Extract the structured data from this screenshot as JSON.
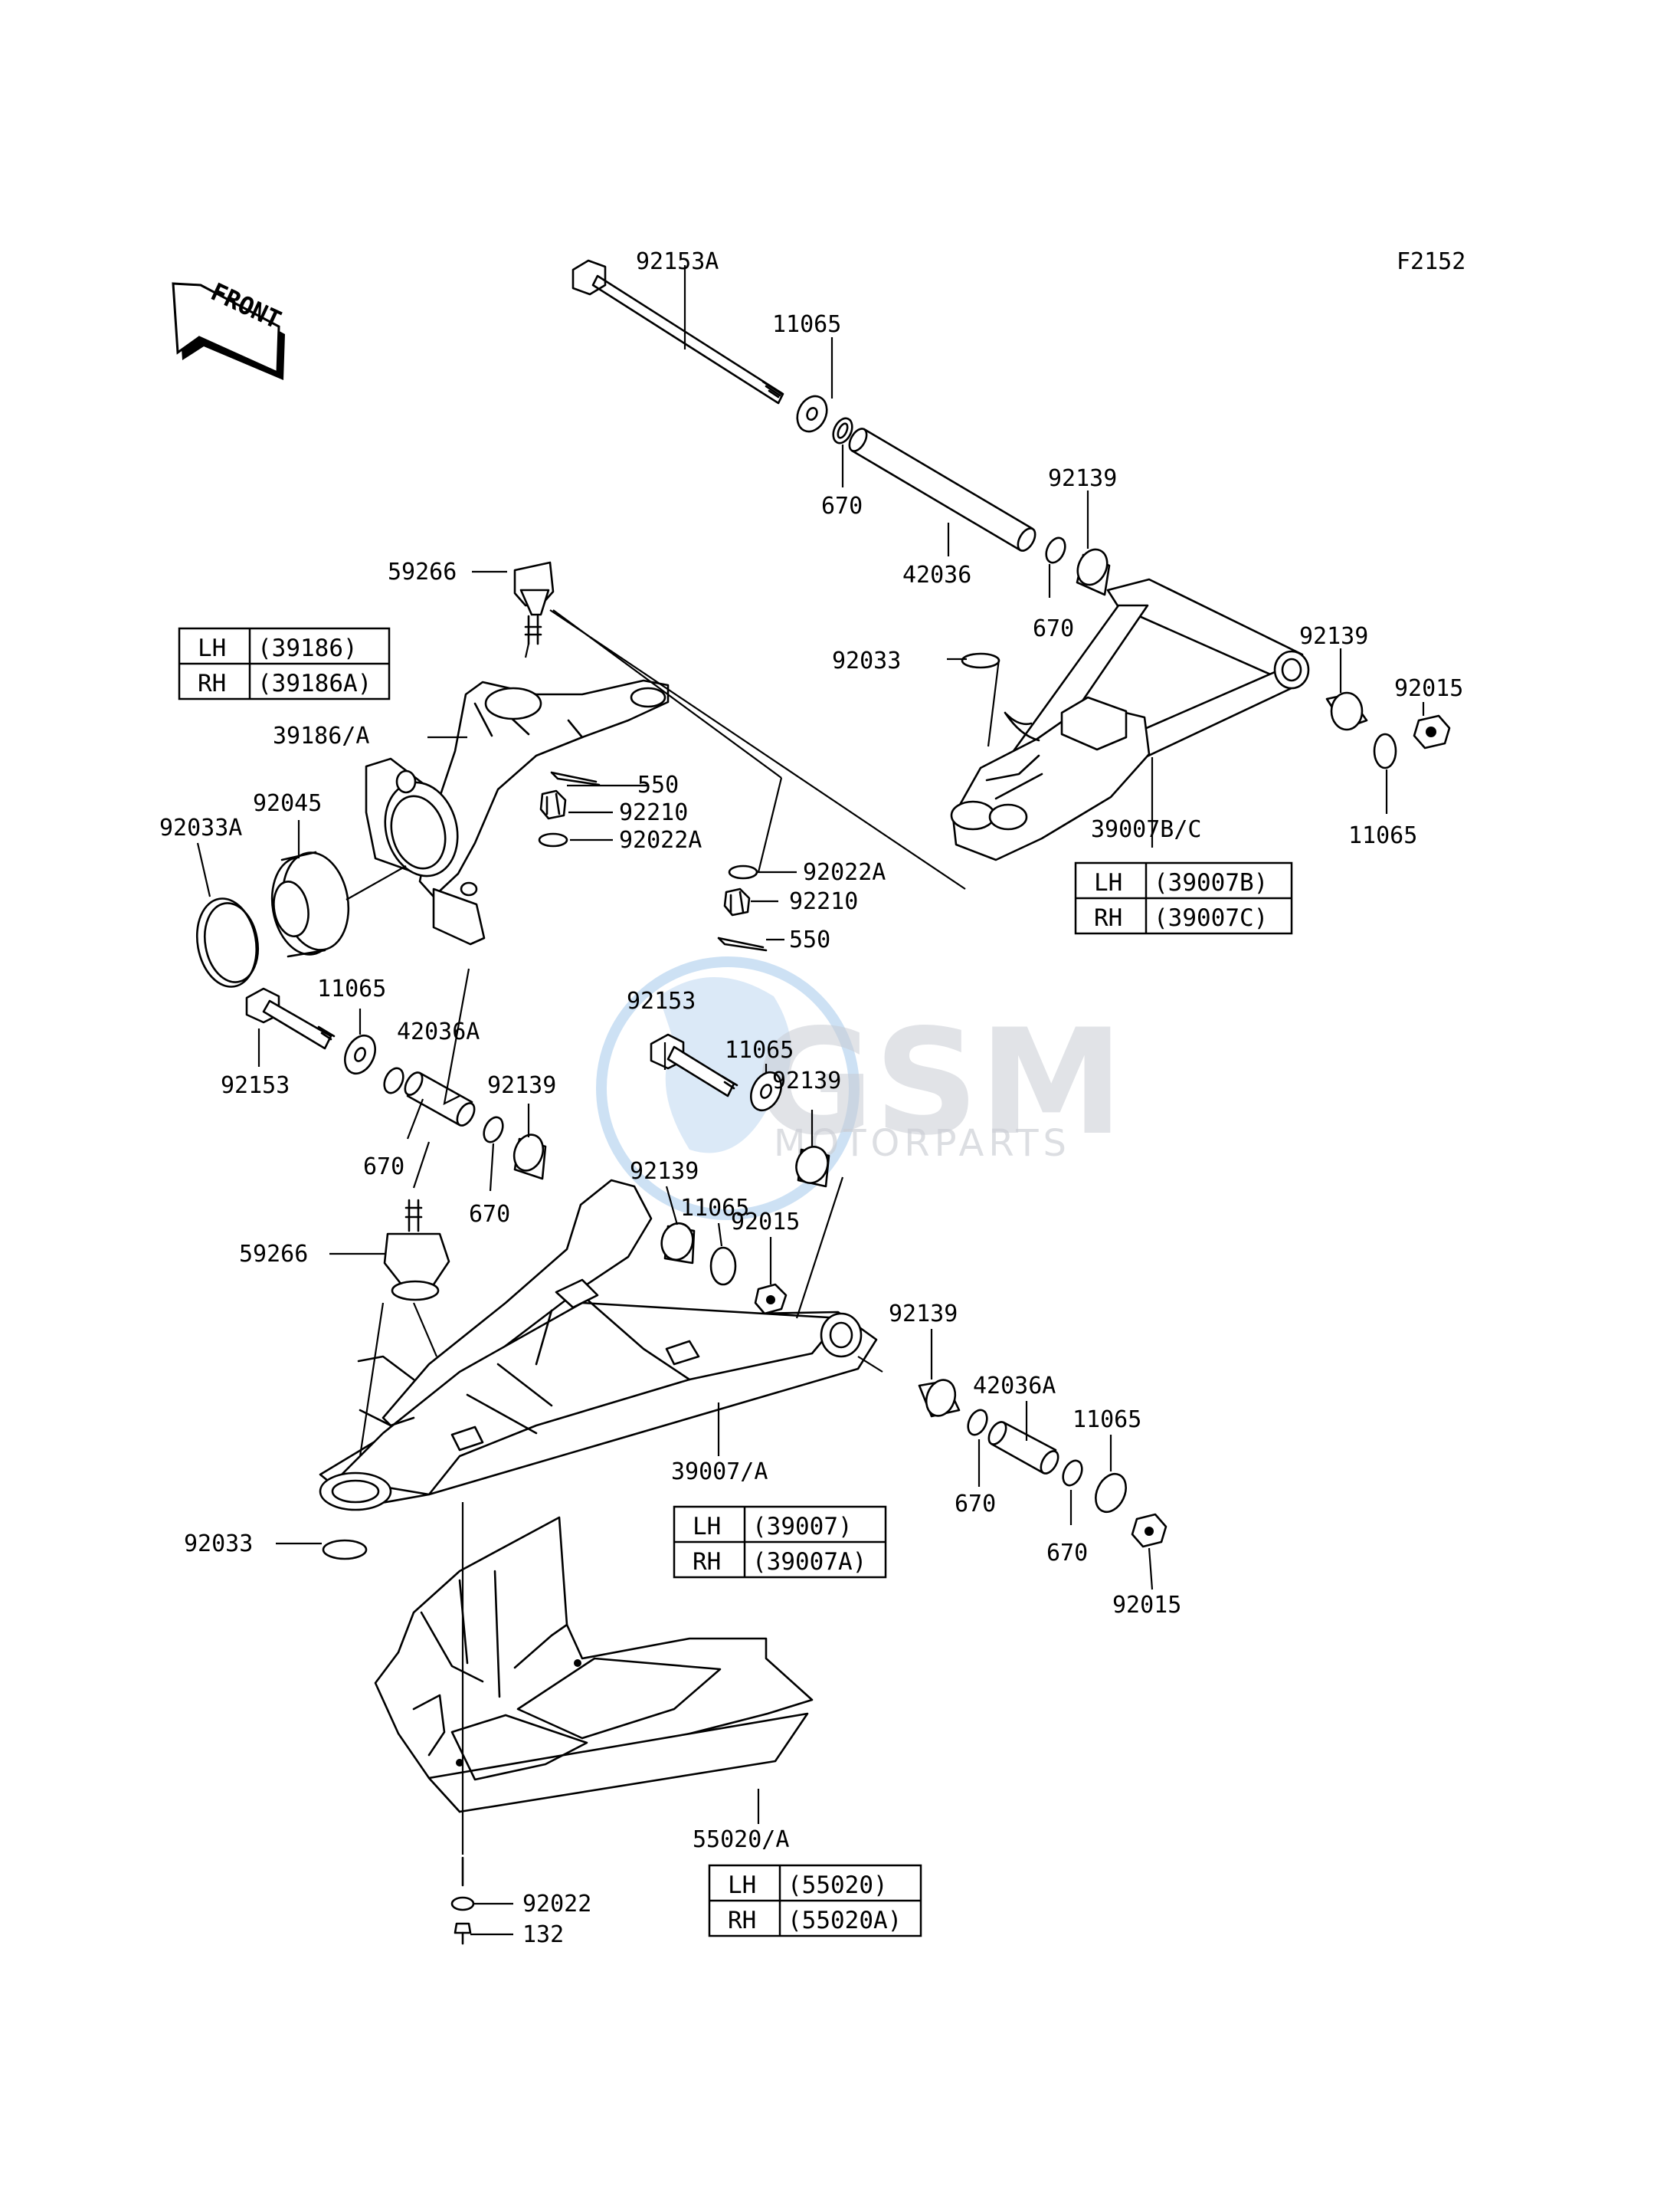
{
  "figure_code": "F2152",
  "front_label": "FRONT",
  "watermark": {
    "main": "GSM",
    "sub": "MOTORPARTS"
  },
  "labels": {
    "92153A": "92153A",
    "11065": "11065",
    "670": "670",
    "42036": "42036",
    "92139": "92139",
    "59266": "59266",
    "92033": "92033",
    "92015": "92015",
    "39186A_slash": "39186/A",
    "550": "550",
    "92210": "92210",
    "92022A": "92022A",
    "92045": "92045",
    "92033A": "92033A",
    "39007BC": "39007B/C",
    "92153": "92153",
    "42036A": "42036A",
    "39007A_slash": "39007/A",
    "55020A_slash": "55020/A",
    "92022": "92022",
    "132": "132"
  },
  "tables": [
    {
      "rows": [
        {
          "side": "LH",
          "part": "(39186)"
        },
        {
          "side": "RH",
          "part": "(39186A)"
        }
      ]
    },
    {
      "rows": [
        {
          "side": "LH",
          "part": "(39007B)"
        },
        {
          "side": "RH",
          "part": "(39007C)"
        }
      ]
    },
    {
      "rows": [
        {
          "side": "LH",
          "part": "(39007)"
        },
        {
          "side": "RH",
          "part": "(39007A)"
        }
      ]
    },
    {
      "rows": [
        {
          "side": "LH",
          "part": "(55020)"
        },
        {
          "side": "RH",
          "part": "(55020A)"
        }
      ]
    }
  ]
}
